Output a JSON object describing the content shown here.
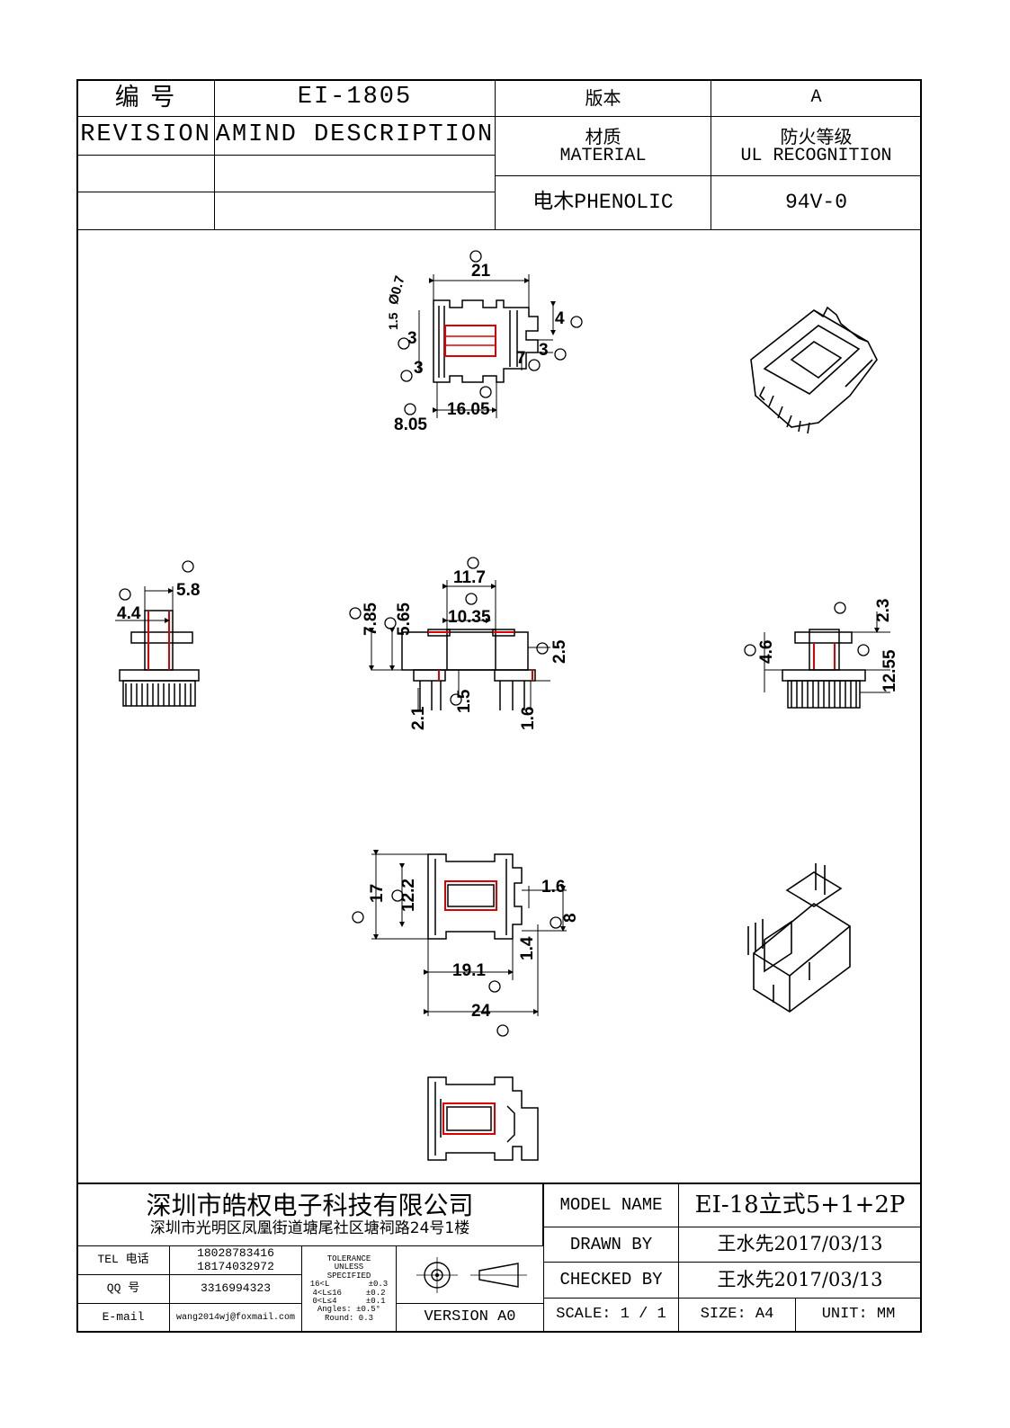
{
  "header": {
    "number_label": "编  号",
    "number_value": "EI-1805",
    "revision_label": "REVISION",
    "revision_value": "AMIND DESCRIPTION",
    "version_label": "版本",
    "version_value": "A",
    "material_label_cn": "材质",
    "material_label_en": "MATERIAL",
    "material_value": "电木PHENOLIC",
    "ul_label_cn": "防火等级",
    "ul_label_en": "UL RECOGNITION",
    "ul_value": "94V-0"
  },
  "dimensions": {
    "top_view": [
      "21",
      "Ø0.7",
      "1.5",
      "3",
      "3",
      "4",
      "7",
      "3",
      "8.05",
      "16.05"
    ],
    "front_view": [
      "11.7",
      "10.35",
      "7.85",
      "5.65",
      "2.5",
      "2.1",
      "1.5",
      "1.6"
    ],
    "left_view": [
      "5.8",
      "4.4"
    ],
    "right_view": [
      "2.3",
      "4.6",
      "12.55"
    ],
    "bottom_view": [
      "17",
      "12.2",
      "1.6",
      "8",
      "1.4",
      "19.1",
      "24"
    ]
  },
  "footer": {
    "company_name": "深圳市皓权电子科技有限公司",
    "company_address": "深圳市光明区凤凰街道塘尾社区塘祠路24号1楼",
    "tel_label": "TEL 电话",
    "tel_values": "18028783416\n18174032972",
    "qq_label": "QQ   号",
    "qq_value": "3316994323",
    "email_label": "E-mail",
    "email_value": "wang2014wj@foxmail.com",
    "tolerance": "TOLERANCE\nUNLESS\nSPECIFIED\n16<L        ±0.3\n4<L≤16     ±0.2\n0<L≤4      ±0.1\nAngles: ±0.5°\nRound: 0.3",
    "version_text": "VERSION A0",
    "model_label": "MODEL NAME",
    "model_value": "EI-18立式5+1+2P",
    "drawn_label": "DRAWN BY",
    "drawn_value": "王水先2017/03/13",
    "checked_label": "CHECKED BY",
    "checked_value": "王水先2017/03/13",
    "scale_text": "SCALE: 1 / 1",
    "size_text": "SIZE: A4",
    "unit_text": "UNIT: MM"
  }
}
